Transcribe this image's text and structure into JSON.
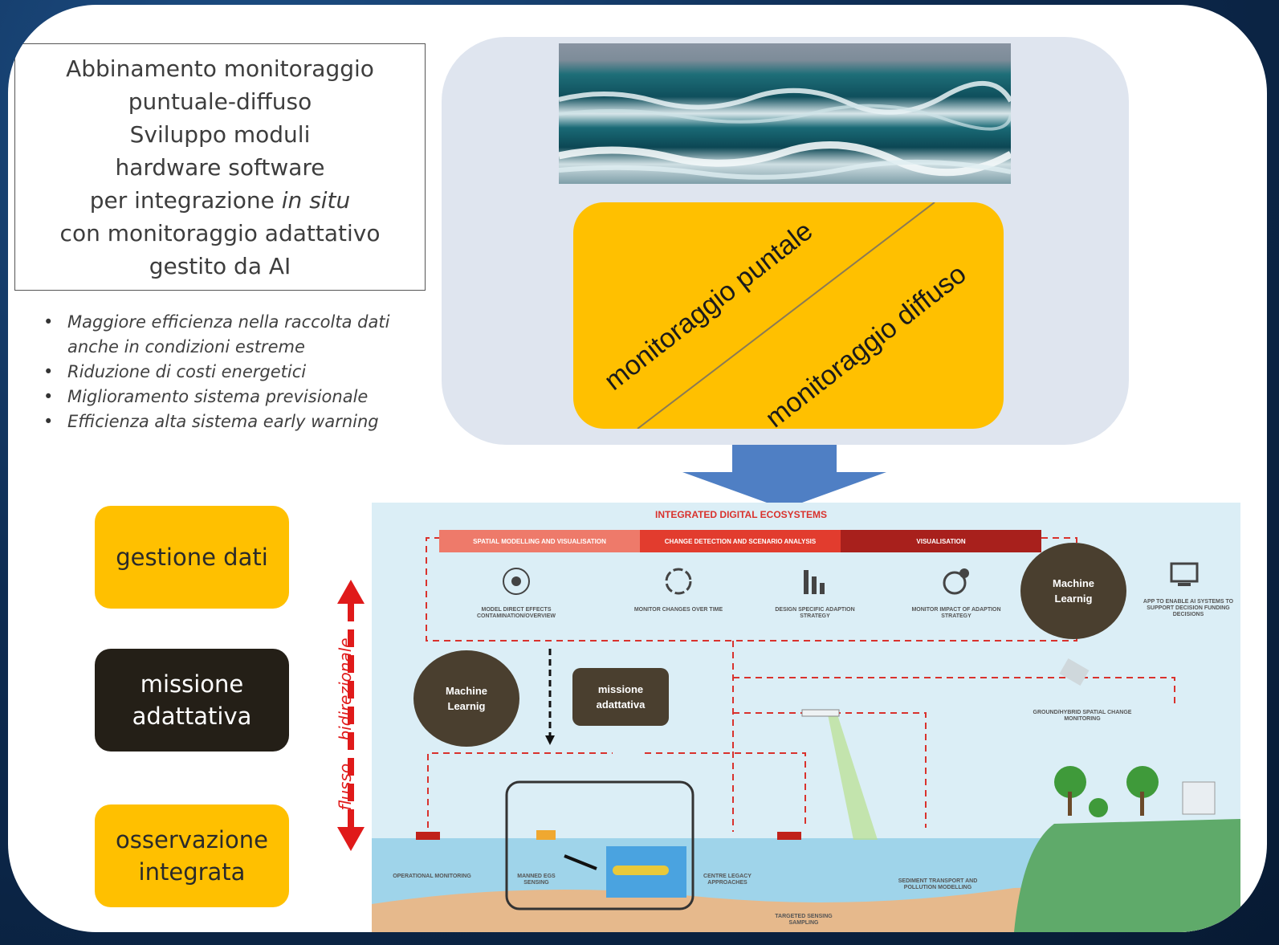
{
  "title_box": {
    "lines": [
      "Abbinamento monitoraggio",
      "puntuale-diffuso",
      "Sviluppo moduli",
      "hardware software"
    ],
    "line5_prefix": "per integrazione ",
    "line5_italic": "in situ",
    "line6": "con monitoraggio adattativo",
    "line7": "gestito da AI"
  },
  "bullets": [
    "Maggiore efficienza nella raccolta dati anche in condizioni estreme",
    "Riduzione di costi energetici",
    "Miglioramento sistema previsionale",
    "Efficienza alta sistema early warning"
  ],
  "monitoring_box": {
    "label_a": "monitoraggio puntale",
    "label_b": "monitoraggio diffuso"
  },
  "side_boxes": {
    "gestione": "gestione dati",
    "missione_1": "missione",
    "missione_2": "adattativa",
    "osservazione_1": "osservazione",
    "osservazione_2": "integrata"
  },
  "flow_label": "flusso bidirezionale",
  "ecosystem": {
    "title": "INTEGRATED DIGITAL ECOSYSTEMS",
    "bars": [
      {
        "label": "SPATIAL MODELLING AND VISUALISATION",
        "color": "#ee7a6a"
      },
      {
        "label": "CHANGE DETECTION AND SCENARIO ANALYSIS",
        "color": "#e23c2e"
      },
      {
        "label": "VISUALISATION",
        "color": "#a8201c"
      }
    ],
    "icon_captions": [
      "MODEL DIRECT EFFECTS CONTAMINATION/OVERVIEW",
      "MONITOR CHANGES OVER TIME",
      "DESIGN SPECIFIC ADAPTION STRATEGY",
      "MONITOR IMPACT OF ADAPTION STRATEGY",
      "APP TO ENABLE AI SYSTEMS TO SUPPORT DECISION FUNDING DECISIONS"
    ],
    "ml_top_1": "Machine",
    "ml_top_2": "Learnig",
    "ml_mid_1": "Machine",
    "ml_mid_2": "Learnig",
    "mission_1": "missione",
    "mission_2": "adattativa",
    "satellite_caption": "GROUND/HYBRID SPATIAL CHANGE MONITORING",
    "bottom_captions": [
      "OPERATIONAL MONITORING",
      "MANNED EGS SENSING",
      "CENTRE LEGACY APPROACHES",
      "SEDIMENT TRANSPORT AND POLLUTION MODELLING",
      "TARGETED SENSING SAMPLING"
    ],
    "colors": {
      "sea": "#9fd4ea",
      "sand": "#e6b98c",
      "land": "#5faa6a",
      "dash": "#d9322d"
    }
  }
}
